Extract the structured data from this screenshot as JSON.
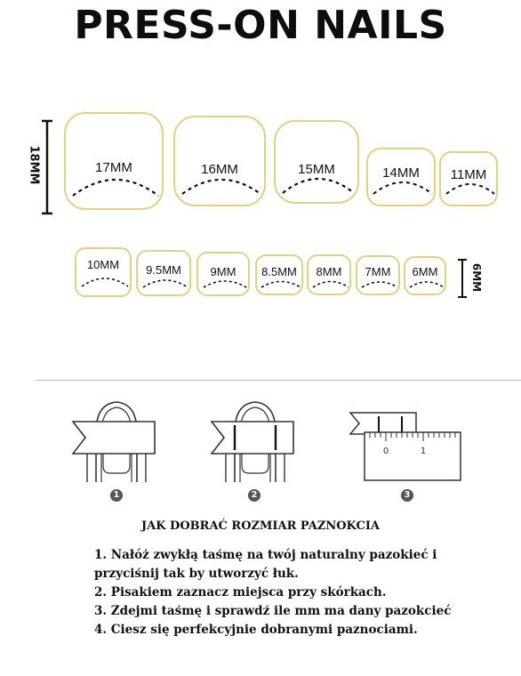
{
  "title": "PRESS-ON NAILS",
  "row1": {
    "height_label": "18MM",
    "sizes": [
      "17MM",
      "16MM",
      "15MM",
      "14MM",
      "11MM"
    ]
  },
  "row2": {
    "height_label": "6MM",
    "sizes": [
      "10MM",
      "9.5MM",
      "9MM",
      "8.5MM",
      "8MM",
      "7MM",
      "6MM"
    ]
  },
  "steps": {
    "numbers": [
      "1",
      "2",
      "3"
    ],
    "ruler_ticks": [
      "0",
      "1"
    ]
  },
  "instructions": {
    "title": "JAK DOBRAĆ ROZMIAR PAZNOKCIA",
    "lines": [
      "1. Nałóż zwykłą taśmę na twój naturalny pazokieć i",
      "przyciśnij tak by utworzyć łuk.",
      "2. Pisakiem zaznacz miejsca przy skórkach.",
      "3. Zdejmi taśmę i sprawdź ile mm ma dany pazokcieć",
      "4. Ciesz się perfekcyjnie dobranymi paznociami."
    ]
  },
  "colors": {
    "nail_border": "#e8cf7e",
    "text": "#111111",
    "divider": "#bbbbbb"
  }
}
